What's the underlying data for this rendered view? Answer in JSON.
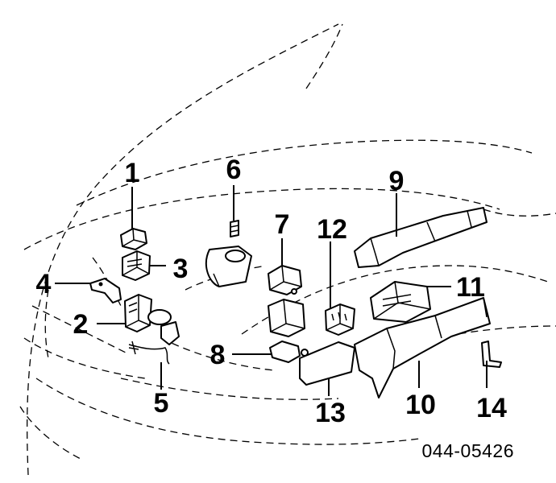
{
  "diagram": {
    "callouts": [
      {
        "id": "label-1",
        "text": "1"
      },
      {
        "id": "label-2",
        "text": "2"
      },
      {
        "id": "label-3",
        "text": "3"
      },
      {
        "id": "label-4",
        "text": "4"
      },
      {
        "id": "label-5",
        "text": "5"
      },
      {
        "id": "label-6",
        "text": "6"
      },
      {
        "id": "label-7",
        "text": "7"
      },
      {
        "id": "label-8",
        "text": "8"
      },
      {
        "id": "label-9",
        "text": "9"
      },
      {
        "id": "label-10",
        "text": "10"
      },
      {
        "id": "label-11",
        "text": "11"
      },
      {
        "id": "label-12",
        "text": "12"
      },
      {
        "id": "label-13",
        "text": "13"
      },
      {
        "id": "label-14",
        "text": "14"
      }
    ],
    "drawing_code": "044-05426"
  }
}
